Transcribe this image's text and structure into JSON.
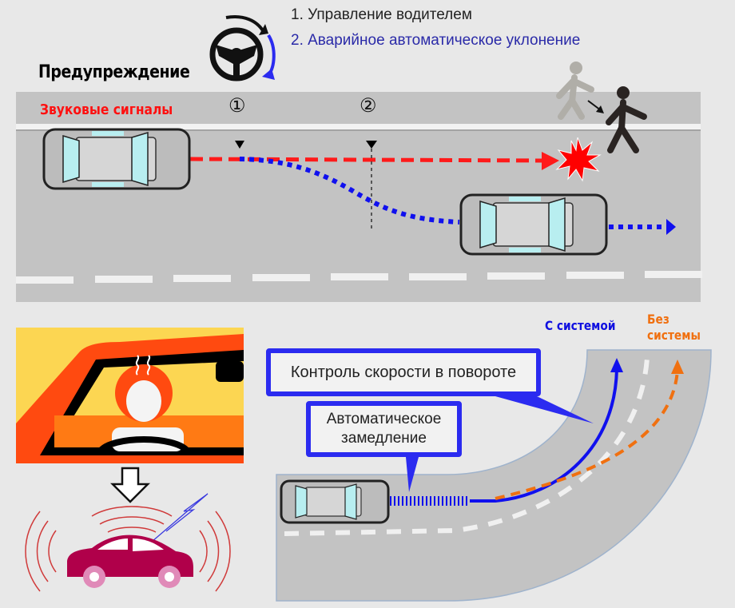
{
  "header": {
    "warning_title": "Предупреждение",
    "steps": [
      {
        "label": "1. Управление водителем",
        "color": "#222222"
      },
      {
        "label": "2. Аварийное автоматическое уклонение",
        "color": "#2a2aa8"
      }
    ]
  },
  "top_scene": {
    "sound_signals_label": "Звуковые сигналы",
    "markers": [
      {
        "symbol": "①",
        "meaning": "driver steering"
      },
      {
        "symbol": "②",
        "meaning": "emergency automatic avoidance"
      }
    ],
    "paths": {
      "without_system": {
        "style": "dashed",
        "color": "#ff1a1a",
        "end": "collision"
      },
      "with_system": {
        "style": "dotted",
        "color": "#1010ee",
        "end": "lane change"
      }
    },
    "icons": [
      "steering-wheel-icon",
      "pedestrian-icon",
      "collision-burst-icon",
      "car-top-view-icon"
    ]
  },
  "bottom_left": {
    "icons": [
      "drowsy-driver-illustration",
      "down-arrow-icon",
      "car-alert-icon"
    ]
  },
  "bottom_right": {
    "legend": {
      "with_system": "С системой",
      "without_system_line1": "Без",
      "without_system_line2": "системы",
      "with_color": "#1010e0",
      "without_color": "#f07010"
    },
    "callouts": {
      "curve_speed_control": "Контроль скорости в повороте",
      "auto_decel_line1": "Автоматическое",
      "auto_decel_line2": "замедление",
      "border_color": "#2b2bf0"
    }
  }
}
